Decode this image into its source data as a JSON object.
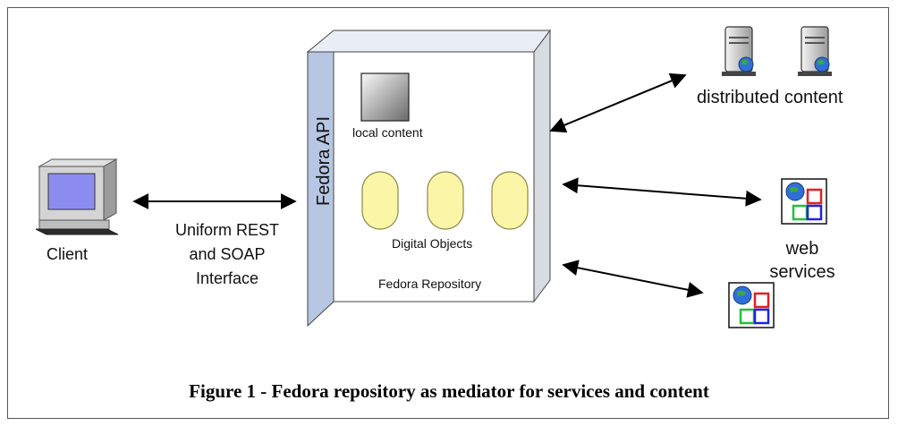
{
  "figure": {
    "caption": "Figure 1 - Fedora repository as mediator for services and content"
  },
  "client": {
    "label": "Client"
  },
  "interface": {
    "line1": "Uniform REST",
    "line2": "and SOAP",
    "line3": "Interface"
  },
  "repository": {
    "api_label": "Fedora API",
    "local_content_label": "local content",
    "digital_objects_label": "Digital Objects",
    "repo_label": "Fedora Repository"
  },
  "distributed": {
    "label": "distributed content"
  },
  "web_services": {
    "line1": "web",
    "line2": "services"
  },
  "colors": {
    "api_bar": "#b7c6e2",
    "object_fill": "#fbf5a8",
    "object_stroke": "#8a8a4a",
    "screen": "#8c8cf0"
  },
  "icons": {
    "client": "desktop-computer-icon",
    "server": "server-globe-icon",
    "web_service": "web-service-icon"
  }
}
